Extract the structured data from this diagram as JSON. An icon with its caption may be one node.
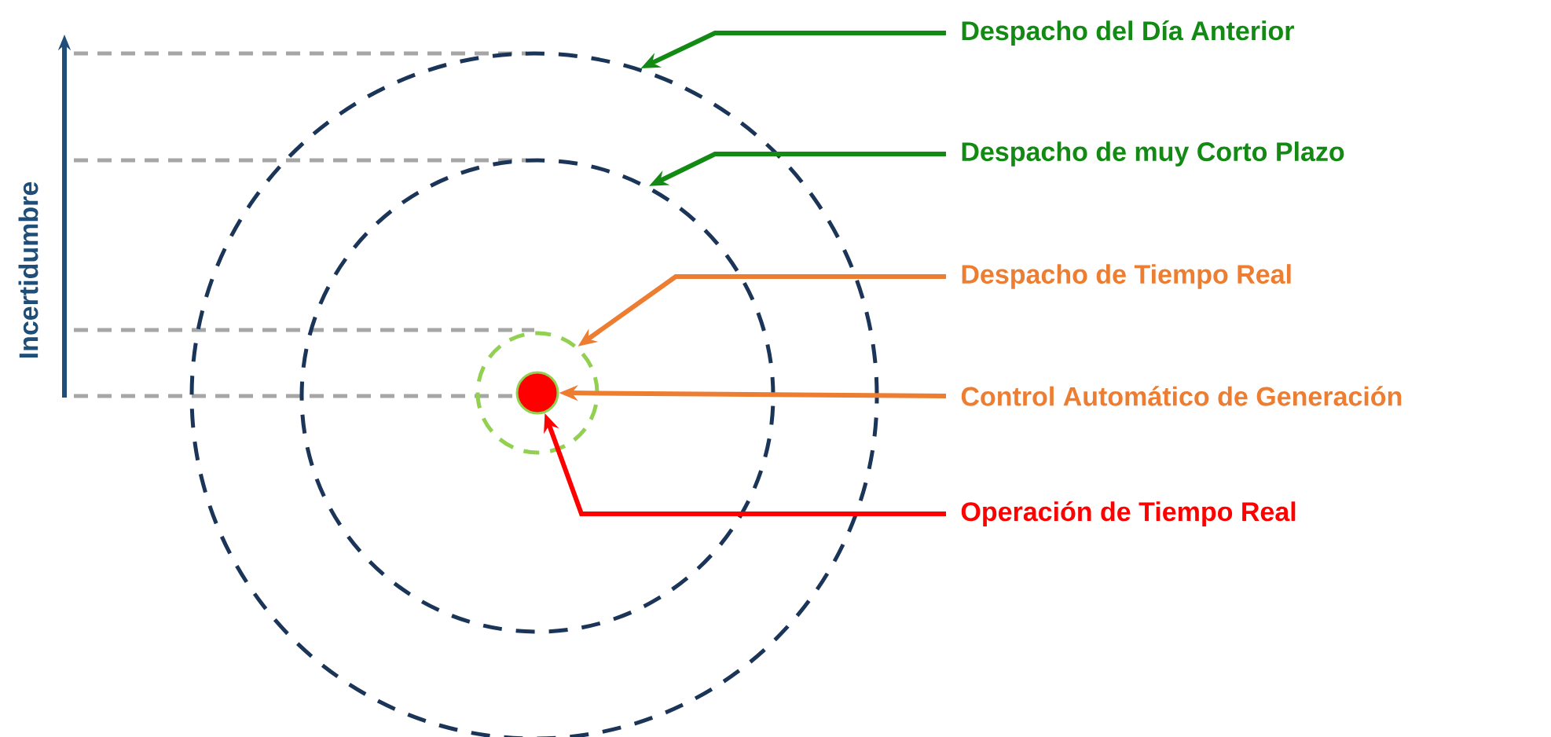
{
  "diagram": {
    "nodes": [
      {
        "text": [],
        "shape": "circle"
      },
      {
        "text": [],
        "shape": "circle",
        "in": 0
      },
      {
        "text": [],
        "shape": "circle",
        "in": 1
      },
      {
        "text": [],
        "shape": "circle",
        "in": 2
      },
      {
        "text": [
          "Despacho del Día Anterior"
        ]
      },
      {
        "text": [
          "Despacho de muy Corto Plazo"
        ]
      },
      {
        "text": [
          "Despacho de Tiempo Real"
        ]
      },
      {
        "text": [
          "Control Automático de Generación"
        ]
      },
      {
        "text": [
          "Operación de Tiempo Real"
        ]
      }
    ],
    "edges": [
      {
        "from": 4,
        "to": 0,
        "arrow": "to",
        "color": "#138a13"
      },
      {
        "from": 5,
        "to": 1,
        "arrow": "to",
        "color": "#138a13"
      },
      {
        "from": 6,
        "to": 2,
        "arrow": "to",
        "color": "#ed7d31"
      },
      {
        "from": 7,
        "to": 3,
        "arrow": "to",
        "color": "#ed7d31"
      },
      {
        "from": 8,
        "to": 3,
        "arrow": "to",
        "color": "#ff0000"
      }
    ],
    "labels": [
      "Incertidumbre"
    ]
  }
}
